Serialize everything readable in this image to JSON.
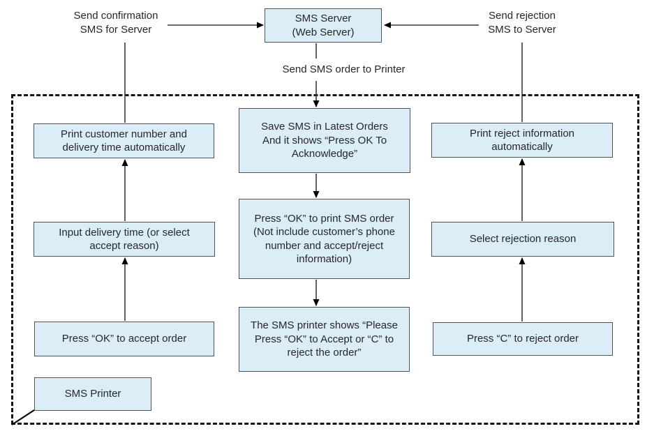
{
  "labels": {
    "send_confirmation": "Send confirmation\nSMS for Server",
    "send_rejection": "Send rejection\nSMS to Server",
    "send_sms_order": "Send SMS order to Printer"
  },
  "nodes": {
    "sms_server": "SMS Server\n(Web Server)",
    "print_customer": "Print customer number and\ndelivery time automatically",
    "input_delivery": "Input delivery time (or select\naccept reason)",
    "press_ok_accept": "Press “OK” to accept order",
    "sms_printer": "SMS Printer",
    "save_sms": "Save SMS in Latest Orders\nAnd it shows “Press OK To\nAcknowledge”",
    "press_ok_print": "Press “OK” to print SMS order\n(Not include customer’s phone\nnumber and accept/reject\ninformation)",
    "printer_shows": "The SMS printer shows “Please\nPress “OK” to Accept or “C” to\nreject the order”",
    "print_reject": "Print reject information\nautomatically",
    "select_rejection": "Select rejection reason",
    "press_c_reject": "Press “C” to reject order"
  },
  "colors": {
    "box_fill": "#dbeef8",
    "box_border": "#4e5357",
    "text": "#26262b",
    "line": "#3a3a3a"
  }
}
